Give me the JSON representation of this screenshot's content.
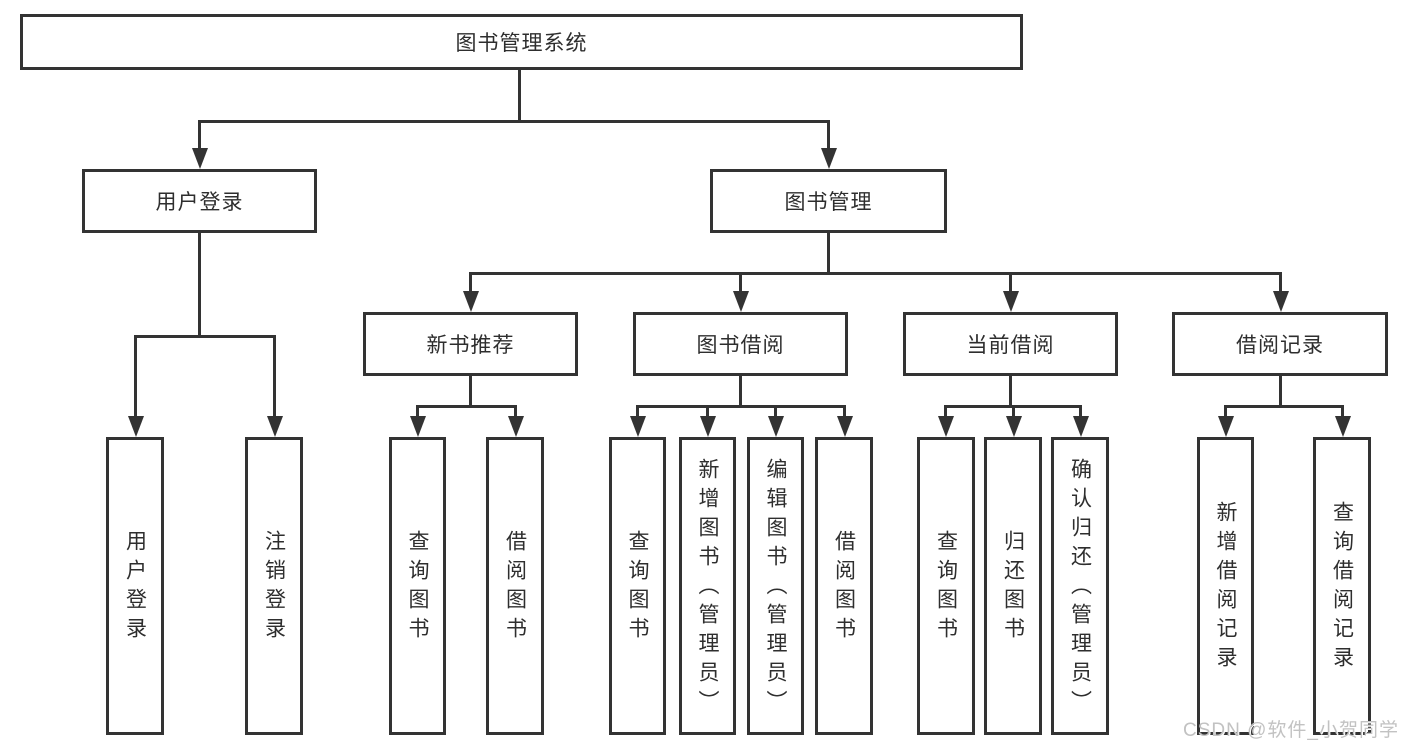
{
  "tree": {
    "label": "图书管理系统",
    "children": [
      {
        "label": "用户登录",
        "children": [
          {
            "label": "用户登录"
          },
          {
            "label": "注销登录"
          }
        ]
      },
      {
        "label": "图书管理",
        "children": [
          {
            "label": "新书推荐",
            "children": [
              {
                "label": "查询图书"
              },
              {
                "label": "借阅图书"
              }
            ]
          },
          {
            "label": "图书借阅",
            "children": [
              {
                "label": "查询图书"
              },
              {
                "label": "新增图书（管理员）"
              },
              {
                "label": "编辑图书（管理员）"
              },
              {
                "label": "借阅图书"
              }
            ]
          },
          {
            "label": "当前借阅",
            "children": [
              {
                "label": "查询图书"
              },
              {
                "label": "归还图书"
              },
              {
                "label": "确认归还（管理员）"
              }
            ]
          },
          {
            "label": "借阅记录",
            "children": [
              {
                "label": "新增借阅记录"
              },
              {
                "label": "查询借阅记录"
              }
            ]
          }
        ]
      }
    ]
  },
  "watermark": {
    "text": "CSDN @软件_小贺同学"
  },
  "colors": {
    "line": "#333333",
    "box_background": "#ffffff",
    "text": "#2e2e2e",
    "watermark": "#c2c2c2"
  }
}
